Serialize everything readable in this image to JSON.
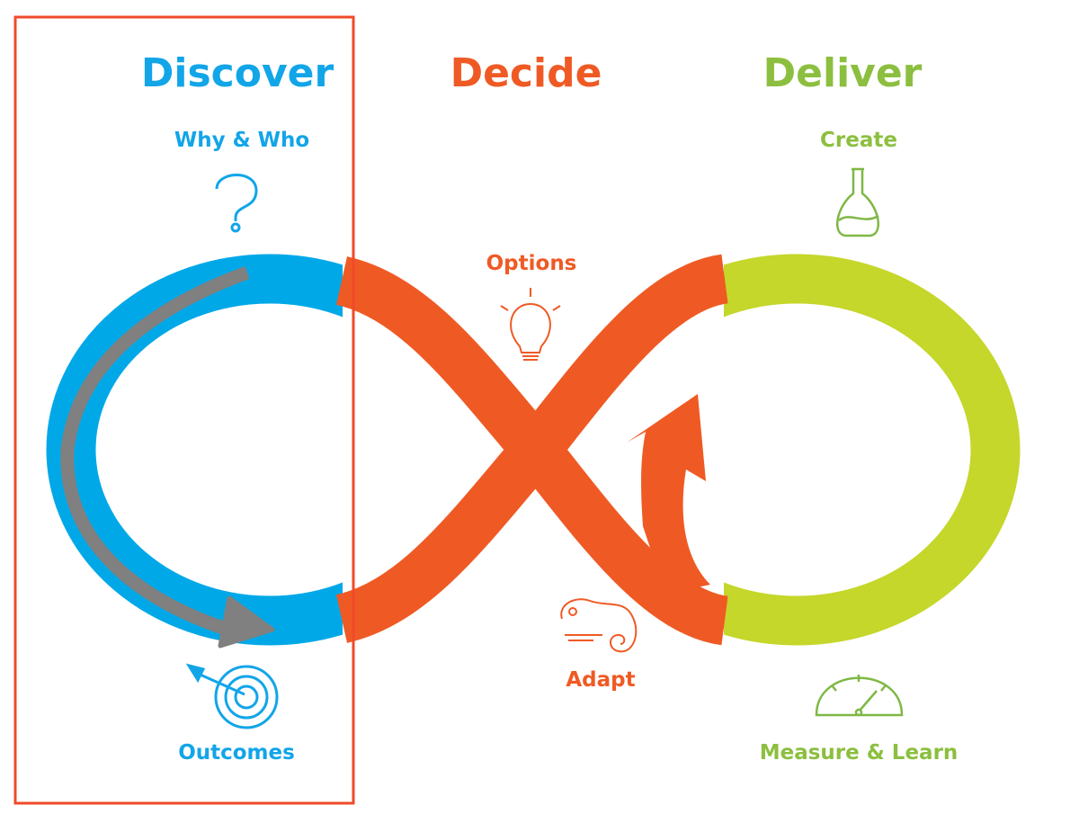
{
  "phases": [
    {
      "title": "Discover",
      "color": "#12a5e8"
    },
    {
      "title": "Decide",
      "color": "#ef5a24"
    },
    {
      "title": "Deliver",
      "color": "#8cbf3f"
    }
  ],
  "steps": {
    "why_who": "Why & Who",
    "outcomes": "Outcomes",
    "options": "Options",
    "adapt": "Adapt",
    "create": "Create",
    "measure_learn": "Measure & Learn"
  },
  "colors": {
    "blue_loop": "#00a8e8",
    "orange_loop": "#ef5a24",
    "green_loop": "#c4d72a",
    "gray_arrow": "#808080",
    "highlight_box": "#f04a2a"
  }
}
